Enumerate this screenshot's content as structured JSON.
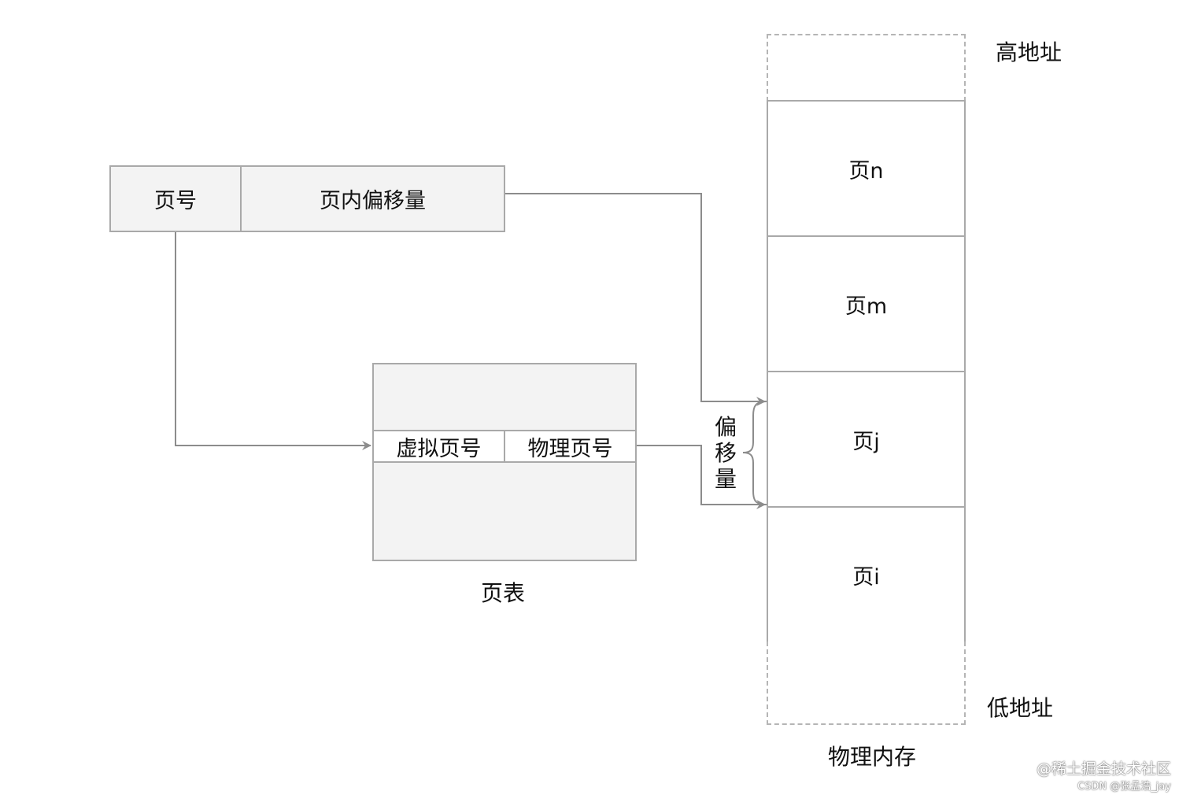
{
  "virtual_address": {
    "page_number": "页号",
    "page_offset": "页内偏移量"
  },
  "page_table": {
    "virtual_page_number": "虚拟页号",
    "physical_page_number": "物理页号",
    "caption": "页表"
  },
  "offset_label": [
    "偏",
    "移",
    "量"
  ],
  "physical_memory": {
    "high_address": "高地址",
    "low_address": "低地址",
    "pages": [
      "页n",
      "页m",
      "页j",
      "页i"
    ],
    "caption": "物理内存"
  },
  "watermark": {
    "line1": "@稀土掘金技术社区",
    "line2": "CSDN @张孟浩_jay"
  },
  "colors": {
    "box_fill": "#f3f3f3",
    "border": "#a9a9a9",
    "arrow": "#8c8c8c"
  }
}
